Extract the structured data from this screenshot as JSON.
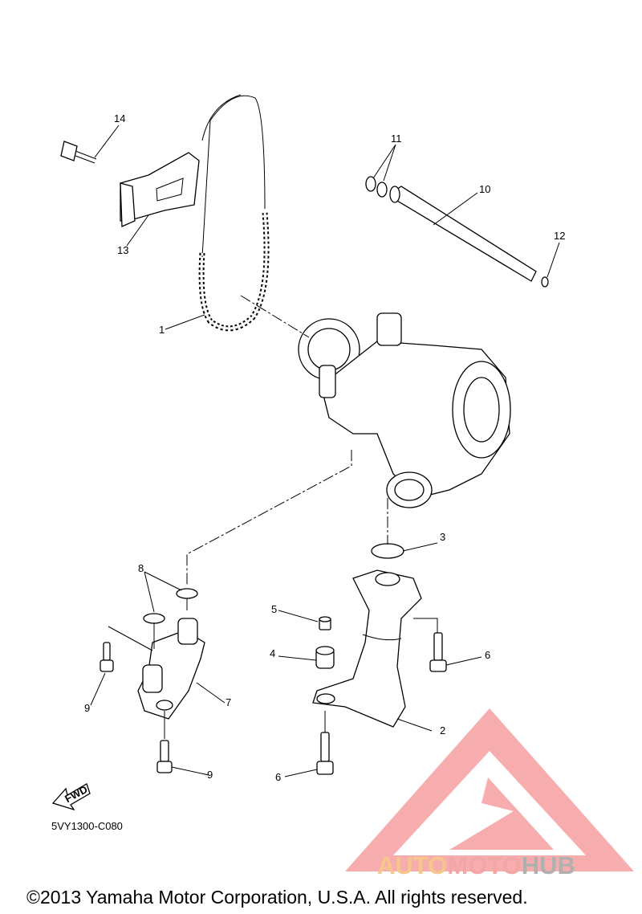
{
  "callouts": [
    "1",
    "2",
    "3",
    "4",
    "5",
    "6",
    "6",
    "7",
    "8",
    "9",
    "9",
    "10",
    "11",
    "12",
    "13",
    "14"
  ],
  "fwd_label": "FWD",
  "diagram_code": "5VY1300-C080",
  "copyright": "©2013 Yamaha Motor Corporation, U.S.A. All rights reserved.",
  "watermark": {
    "part1": "AUTO",
    "part2": "MOTO",
    "part3": "HUB",
    "color_light": "#f7c58e",
    "color_mid": "#f3a6a6",
    "color_dark": "#b0b0b0",
    "logo_color": "#f26b6b"
  }
}
